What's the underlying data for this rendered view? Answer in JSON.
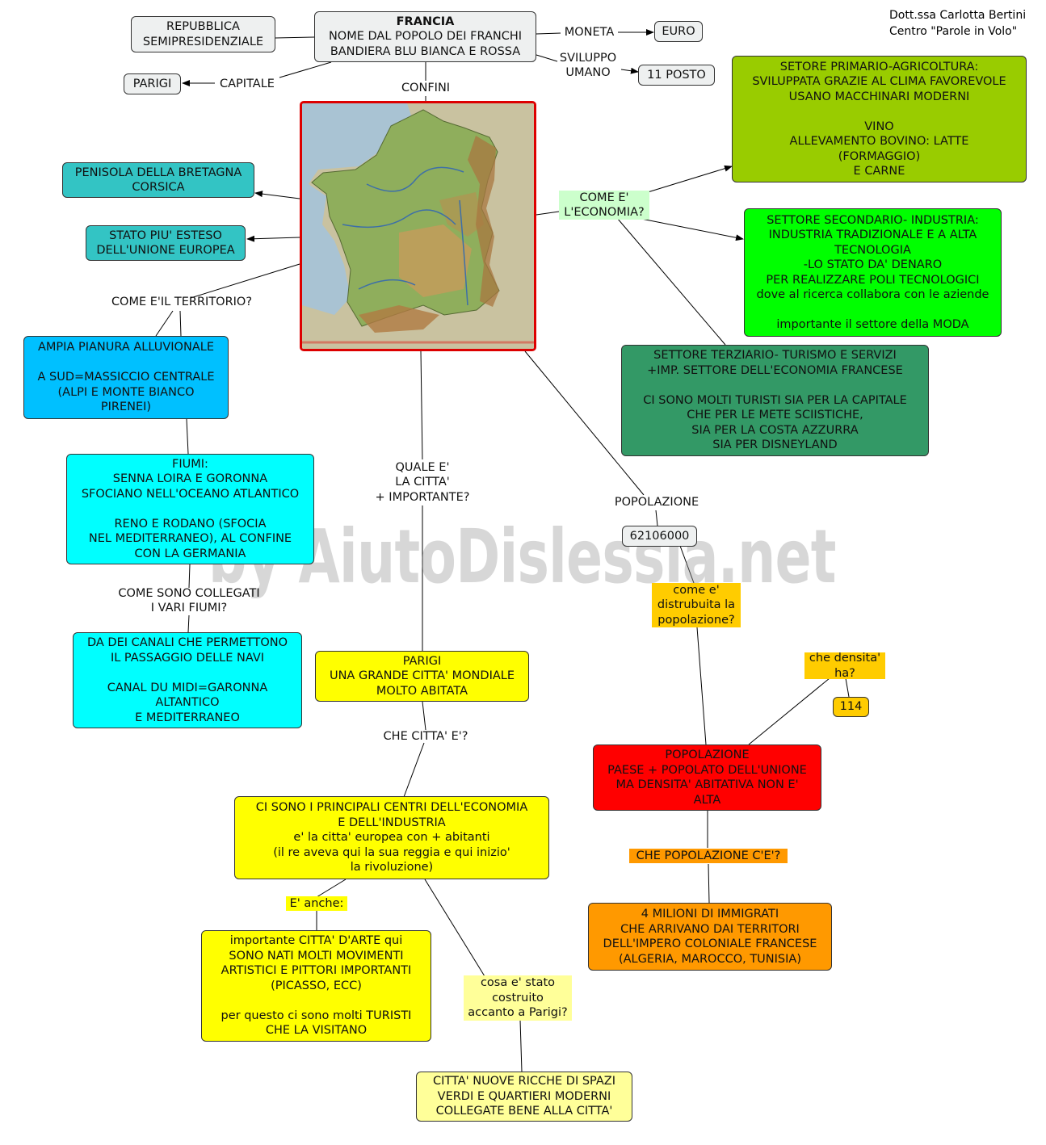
{
  "credit": {
    "line1": "Dott.ssa Carlotta Bertini",
    "line2": "Centro \"Parole in Volo\""
  },
  "watermark": "by AiutoDislessia.net",
  "colors": {
    "gray": "#eef0f0",
    "teal": "#33c4c4",
    "blue": "#00c0ff",
    "cyan": "#00ffff",
    "yellow": "#ffff00",
    "light_yellow": "#ffff99",
    "olive": "#99cc00",
    "green": "#00ff00",
    "dark_green": "#339966",
    "red": "#ff0000",
    "orange": "#ff9900",
    "gold": "#ffcc00",
    "map_border": "#dd0000"
  },
  "map": {
    "icon": "france-map-image"
  },
  "nodes": {
    "francia": {
      "title": "FRANCIA",
      "text": "NOME DAL POPOLO DEI FRANCHI\nBANDIERA BLU BIANCA E ROSSA"
    },
    "repubblica": "REPUBBLICA\nSEMIPRESIDENZIALE",
    "euro": "EURO",
    "undici_posto": "11 POSTO",
    "parigi_capitale": "PARIGI",
    "penisola": "PENISOLA DELLA BRETAGNA\nCORSICA",
    "stato_esteso": "STATO PIU' ESTESO\nDELL'UNIONE EUROPEA",
    "pianura": "AMPIA PIANURA ALLUVIONALE\n\nA SUD=MASSICCIO CENTRALE\n(ALPI E MONTE BIANCO\nPIRENEI)",
    "fiumi": "FIUMI:\nSENNA LOIRA E GORONNA\nSFOCIANO NELL'OCEANO ATLANTICO\n\nRENO E RODANO (SFOCIA\nNEL MEDITERRANEO), AL CONFINE\nCON LA GERMANIA",
    "canali": "DA DEI CANALI CHE PERMETTONO\nIL PASSAGGIO DELLE NAVI\n\nCANAL DU MIDI=GARONNA\nALTANTICO\nE MEDITERRANEO",
    "parigi_mondiale": "PARIGI\nUNA GRANDE CITTA' MONDIALE\nMOLTO ABITATA",
    "centri": "CI SONO I PRINCIPALI CENTRI DELL'ECONOMIA\nE DELL'INDUSTRIA\ne' la citta' europea con + abitanti\n(il re aveva qui la sua reggia e qui inizio'\nla rivoluzione)",
    "arte": "importante CITTA' D'ARTE qui\nSONO NATI MOLTI MOVIMENTI\nARTISTICI E PITTORI IMPORTANTI\n(PICASSO, ECC)\n\nper questo ci sono molti TURISTI\nCHE LA VISITANO",
    "citta_nuove": "CITTA' NUOVE RICCHE DI SPAZI\nVERDI E QUARTIERI MODERNI\nCOLLEGATE BENE ALLA CITTA'",
    "primario": "SETORE PRIMARIO-AGRICOLTURA:\nSVILUPPATA GRAZIE AL CLIMA FAVOREVOLE\nUSANO MACCHINARI MODERNI\n\nVINO\nALLEVAMENTO BOVINO: LATTE\n(FORMAGGIO)\nE CARNE",
    "secondario": "SETTORE SECONDARIO- INDUSTRIA:\nINDUSTRIA TRADIZIONALE E A ALTA\nTECNOLOGIA\n-LO STATO DA' DENARO\nPER REALIZZARE POLI TECNOLOGICI\ndove al ricerca collabora con le aziende\n\nimportante il settore della MODA",
    "terziario": "SETTORE TERZIARIO- TURISMO E SERVIZI\n+IMP. SETTORE DELL'ECONOMIA FRANCESE\n\nCI SONO MOLTI TURISTI SIA PER LA CAPITALE\nCHE PER LE METE SCIISTICHE,\nSIA PER LA COSTA AZZURRA\nSIA PER DISNEYLAND",
    "numero_abitanti": "62106000",
    "densita_valore": "114",
    "popolazione": "POPOLAZIONE\nPAESE + POPOLATO DELL'UNIONE\nMA DENSITA' ABITATIVA NON E'\nALTA",
    "immigrati": "4 MILIONI DI IMMIGRATI\nCHE ARRIVANO DAI TERRITORI\nDELL'IMPERO COLONIALE FRANCESE\n(ALGERIA, MAROCCO, TUNISIA)"
  },
  "links": {
    "moneta": "MONETA",
    "sviluppo": "SVILUPPO\nUMANO",
    "capitale": "CAPITALE",
    "confini": "CONFINI",
    "territorio": "COME E'IL TERRITORIO?",
    "collegati": "COME SONO COLLEGATI\nI VARI FIUMI?",
    "citta_importante": "QUALE E'\nLA CITTA'\n+ IMPORTANTE?",
    "che_citta": "CHE CITTA' E'?",
    "e_anche": "E' anche:",
    "costruito": "cosa e' stato\ncostruito\naccanto a Parigi?",
    "economia": "COME E'\nL'ECONOMIA?",
    "popolazione": "POPOLAZIONE",
    "distribuita": "come e'\ndistrubuita la\npopolazione?",
    "densita": "che densita'\nha?",
    "che_popolazione": "CHE POPOLAZIONE C'E'?"
  }
}
